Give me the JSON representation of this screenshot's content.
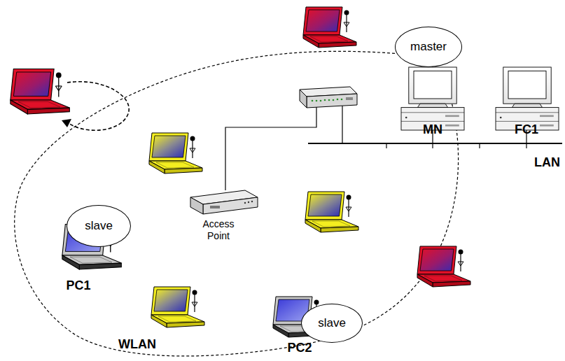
{
  "diagram": {
    "nodes": [
      {
        "text": [
          "master"
        ]
      },
      {
        "text": [
          "slave"
        ]
      },
      {
        "text": [
          "slave"
        ]
      }
    ],
    "labels": [
      "MN",
      "FC1",
      "LAN",
      "Access Point",
      "PC1",
      "PC2",
      "WLAN"
    ]
  }
}
